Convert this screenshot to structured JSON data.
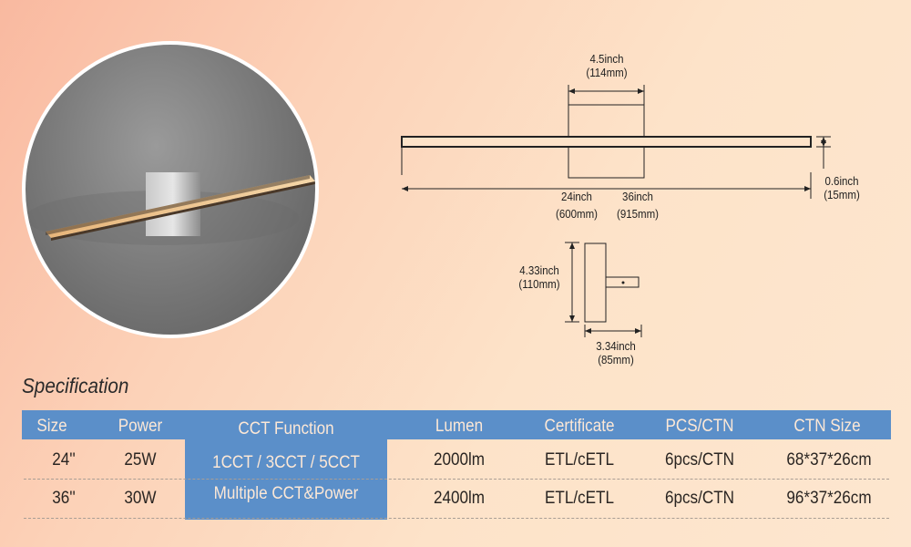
{
  "diagram": {
    "bracket_width": "4.5inch",
    "bracket_width_mm": "(114mm)",
    "thickness": "0.6inch",
    "thickness_mm": "(15mm)",
    "length_24": "24inch",
    "length_24_mm": "(600mm)",
    "length_36": "36inch",
    "length_36_mm": "(915mm)",
    "height": "4.33inch",
    "height_mm": "(110mm)",
    "depth": "3.34inch",
    "depth_mm": "(85mm)"
  },
  "specification": {
    "title": "Specification",
    "headers": [
      "Size",
      "Power",
      "CCT Function",
      "Lumen",
      "Certificate",
      "PCS/CTN",
      "CTN Size"
    ],
    "cct_lines": [
      "1CCT / 3CCT / 5CCT",
      "Multiple CCT&Power"
    ],
    "rows": [
      {
        "size": "24''",
        "power": "25W",
        "lumen": "2000lm",
        "certificate": "ETL/cETL",
        "pcs": "6pcs/CTN",
        "ctn_size": "68*37*26cm"
      },
      {
        "size": "36''",
        "power": "30W",
        "lumen": "2400lm",
        "certificate": "ETL/cETL",
        "pcs": "6pcs/CTN",
        "ctn_size": "96*37*26cm"
      }
    ]
  },
  "colors": {
    "header": "#5b8fc9",
    "header_text": "#fde8d6"
  }
}
